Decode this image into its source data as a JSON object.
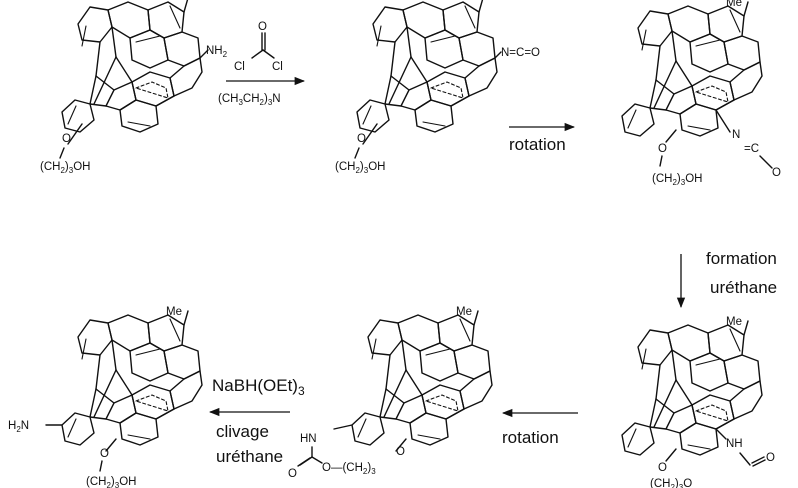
{
  "labels": {
    "me": "Me",
    "nh2": "NH",
    "h2n": "H",
    "h2n_suffix": "N",
    "isocyanate": "N=C=O",
    "n": "N",
    "c_o": "=C",
    "o": "O",
    "linker": "(CH",
    "linker_suffix": ")",
    "linker_tail": "OH",
    "hn": "HN",
    "nh": "NH",
    "o_chain": "O—(CH",
    "sub2": "2",
    "sub3": "3",
    "cl": "Cl",
    "reagent_base": "(CH",
    "reagent_base_mid": "CH",
    "reagent_base_end": "N"
  },
  "steps": {
    "rotation_1": "rotation",
    "formation": "formation",
    "urethane": "uréthane",
    "rotation_2": "rotation",
    "nabh": "NaBH(OEt)",
    "clivage": "clivage",
    "urethane_2": "uréthane"
  }
}
